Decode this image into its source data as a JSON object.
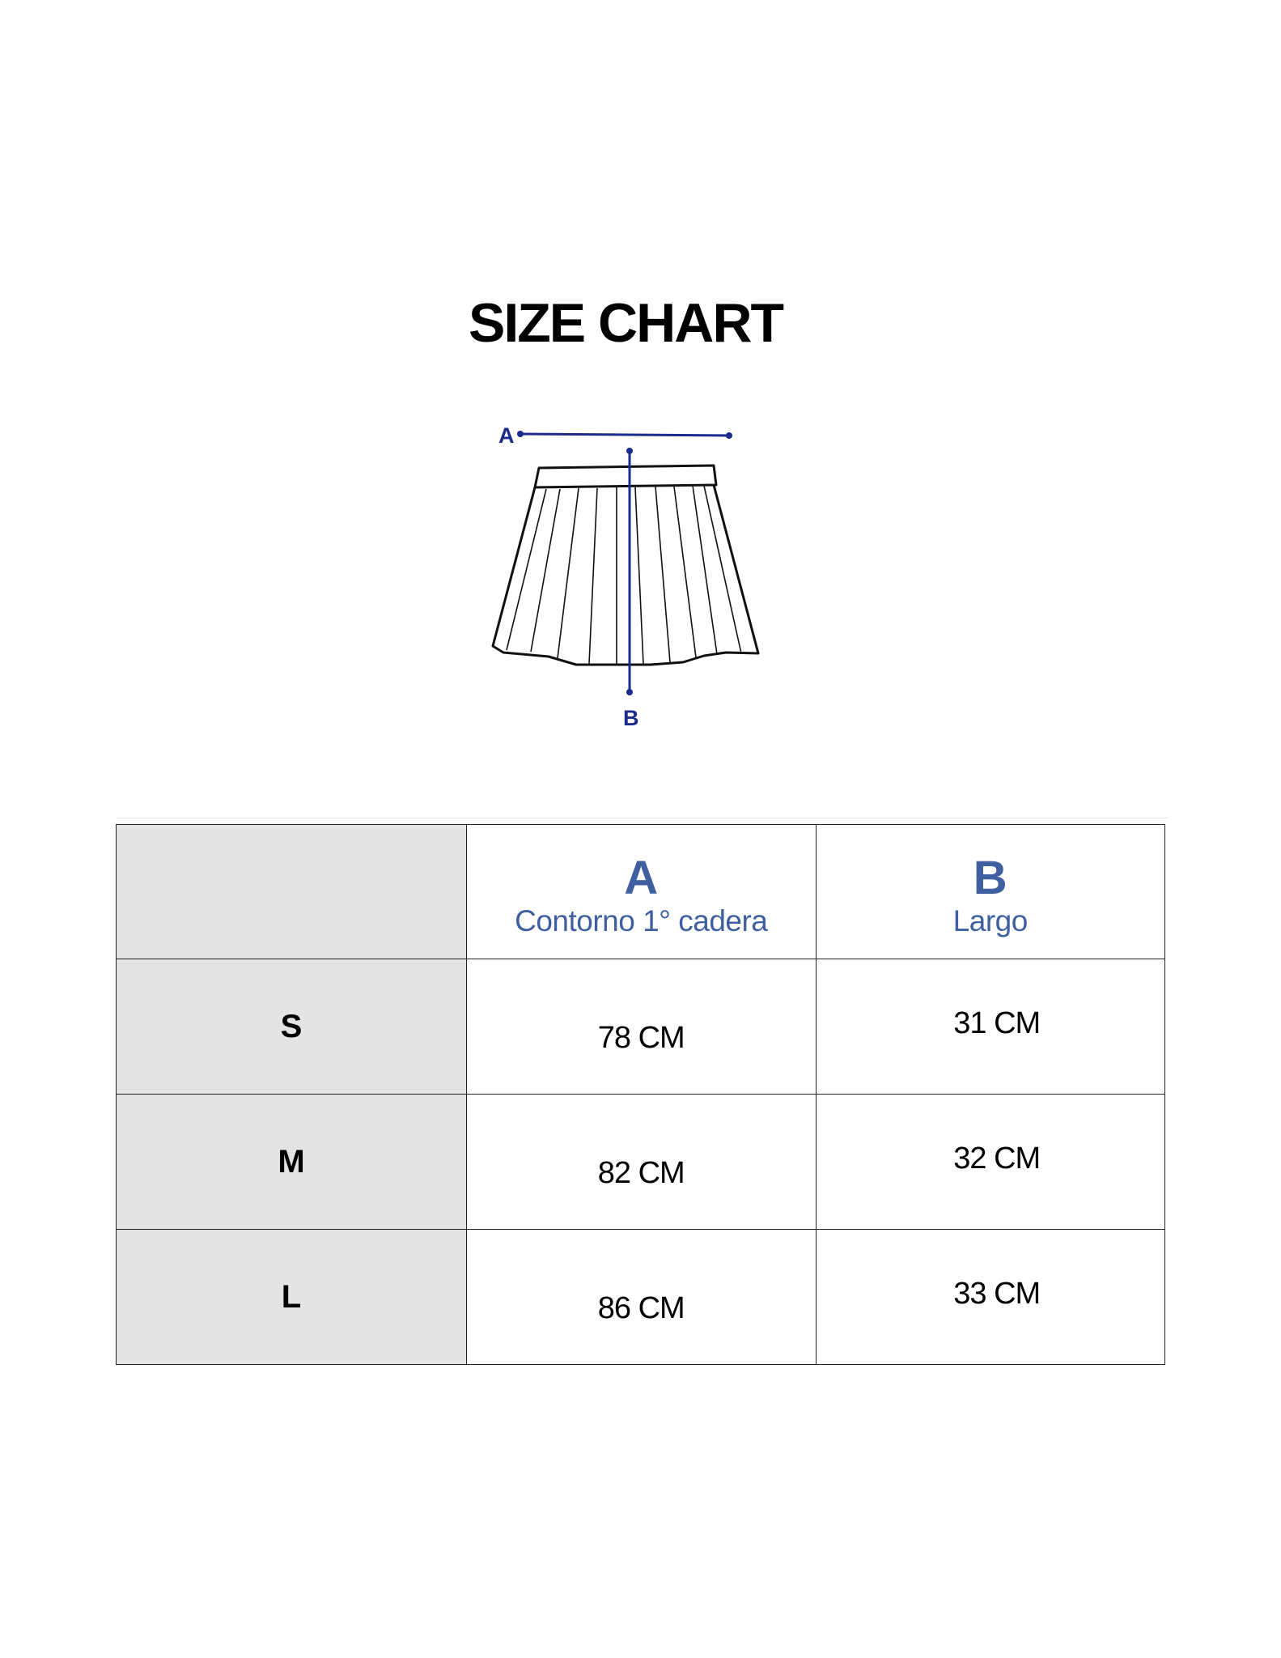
{
  "title": "SIZE CHART",
  "diagram": {
    "label_a": "A",
    "label_b": "B",
    "measure_color": "#1a2b8c"
  },
  "table": {
    "columns": [
      {
        "letter": "A",
        "description": "Contorno 1° cadera"
      },
      {
        "letter": "B",
        "description": "Largo"
      }
    ],
    "rows": [
      {
        "size": "S",
        "a": "78 CM",
        "b": "31 CM"
      },
      {
        "size": "M",
        "a": "82 CM",
        "b": "32 CM"
      },
      {
        "size": "L",
        "a": "86 CM",
        "b": "33 CM"
      }
    ]
  },
  "colors": {
    "header_text": "#3f5fa0",
    "size_cell_bg": "#e4e4e4",
    "border": "#222222"
  }
}
